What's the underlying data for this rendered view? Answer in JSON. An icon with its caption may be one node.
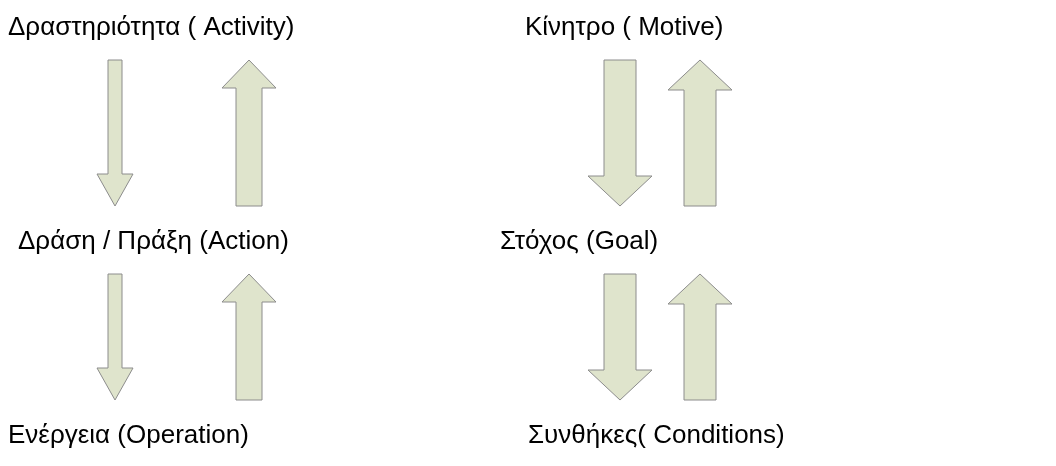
{
  "diagram": {
    "nodes": [
      {
        "text": [
          "Δραστηριότητα ( Activity)"
        ]
      },
      {
        "text": [
          "Δράση / Πράξη (Action)"
        ]
      },
      {
        "text": [
          "Ενέργεια (Operation)"
        ]
      },
      {
        "text": [
          "Κίνητρο ( Motive)"
        ]
      },
      {
        "text": [
          "Στόχος (Goal)"
        ]
      },
      {
        "text": [
          "Συνθήκες( Conditions)"
        ]
      }
    ],
    "edges": [
      {
        "from": 0,
        "to": 1,
        "arrow": "to"
      },
      {
        "from": 1,
        "to": 0,
        "arrow": "to"
      },
      {
        "from": 1,
        "to": 2,
        "arrow": "to"
      },
      {
        "from": 2,
        "to": 1,
        "arrow": "to"
      },
      {
        "from": 3,
        "to": 4,
        "arrow": "to"
      },
      {
        "from": 4,
        "to": 3,
        "arrow": "to"
      },
      {
        "from": 4,
        "to": 5,
        "arrow": "to"
      },
      {
        "from": 5,
        "to": 4,
        "arrow": "to"
      }
    ]
  }
}
